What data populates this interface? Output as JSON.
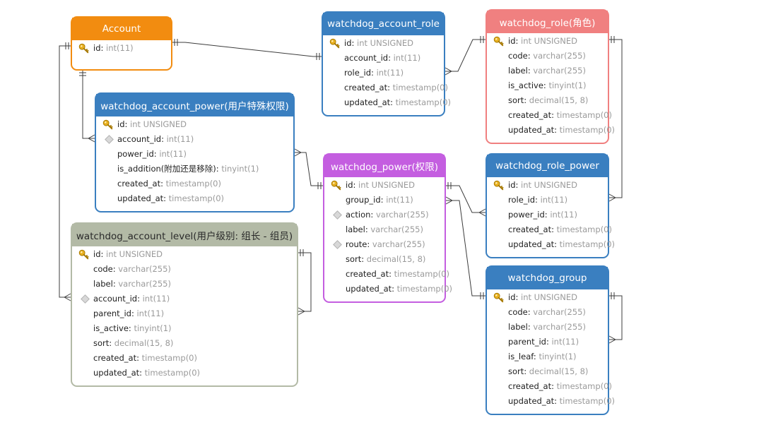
{
  "tables": [
    {
      "id": "account",
      "title": "Account",
      "color": "#f28c10",
      "columns": [
        {
          "name": "id",
          "type": "int(11)",
          "marker": "pk"
        }
      ]
    },
    {
      "id": "account_role",
      "title": "watchdog_account_role",
      "color": "#3a7fc0",
      "columns": [
        {
          "name": "id",
          "type": "int UNSIGNED",
          "marker": "pk"
        },
        {
          "name": "account_id",
          "type": "int(11)"
        },
        {
          "name": "role_id",
          "type": "int(11)"
        },
        {
          "name": "created_at",
          "type": "timestamp(0)"
        },
        {
          "name": "updated_at",
          "type": "timestamp(0)"
        }
      ]
    },
    {
      "id": "role",
      "title": "watchdog_role(角色)",
      "color": "#f08080",
      "columns": [
        {
          "name": "id",
          "type": "int UNSIGNED",
          "marker": "pk"
        },
        {
          "name": "code",
          "type": "varchar(255)"
        },
        {
          "name": "label",
          "type": "varchar(255)"
        },
        {
          "name": "is_active",
          "type": "tinyint(1)"
        },
        {
          "name": "sort",
          "type": "decimal(15, 8)"
        },
        {
          "name": "created_at",
          "type": "timestamp(0)"
        },
        {
          "name": "updated_at",
          "type": "timestamp(0)"
        }
      ]
    },
    {
      "id": "account_power",
      "title": "watchdog_account_power(用户特殊权限)",
      "color": "#3a7fc0",
      "columns": [
        {
          "name": "id",
          "type": "int UNSIGNED",
          "marker": "pk"
        },
        {
          "name": "account_id",
          "type": "int(11)",
          "marker": "idx"
        },
        {
          "name": "power_id",
          "type": "int(11)"
        },
        {
          "name": "is_addition(附加还是移除)",
          "type": "tinyint(1)"
        },
        {
          "name": "created_at",
          "type": "timestamp(0)"
        },
        {
          "name": "updated_at",
          "type": "timestamp(0)"
        }
      ]
    },
    {
      "id": "power",
      "title": "watchdog_power(权限)",
      "color": "#c45ee0",
      "columns": [
        {
          "name": "id",
          "type": "int UNSIGNED",
          "marker": "pk"
        },
        {
          "name": "group_id",
          "type": "int(11)"
        },
        {
          "name": "action",
          "type": "varchar(255)",
          "marker": "idx"
        },
        {
          "name": "label",
          "type": "varchar(255)"
        },
        {
          "name": "route",
          "type": "varchar(255)",
          "marker": "idx"
        },
        {
          "name": "sort",
          "type": "decimal(15, 8)"
        },
        {
          "name": "created_at",
          "type": "timestamp(0)"
        },
        {
          "name": "updated_at",
          "type": "timestamp(0)"
        }
      ]
    },
    {
      "id": "role_power",
      "title": "watchdog_role_power",
      "color": "#3a7fc0",
      "columns": [
        {
          "name": "id",
          "type": "int UNSIGNED",
          "marker": "pk"
        },
        {
          "name": "role_id",
          "type": "int(11)"
        },
        {
          "name": "power_id",
          "type": "int(11)"
        },
        {
          "name": "created_at",
          "type": "timestamp(0)"
        },
        {
          "name": "updated_at",
          "type": "timestamp(0)"
        }
      ]
    },
    {
      "id": "account_level",
      "title": "watchdog_account_level(用户级别: 组长 - 组员)",
      "color": "#b3baa6",
      "header_text_color": "#2a2a2a",
      "columns": [
        {
          "name": "id",
          "type": "int UNSIGNED",
          "marker": "pk"
        },
        {
          "name": "code",
          "type": "varchar(255)"
        },
        {
          "name": "label",
          "type": "varchar(255)"
        },
        {
          "name": "account_id",
          "type": "int(11)",
          "marker": "idx"
        },
        {
          "name": "parent_id",
          "type": "int(11)"
        },
        {
          "name": "is_active",
          "type": "tinyint(1)"
        },
        {
          "name": "sort",
          "type": "decimal(15, 8)"
        },
        {
          "name": "created_at",
          "type": "timestamp(0)"
        },
        {
          "name": "updated_at",
          "type": "timestamp(0)"
        }
      ]
    },
    {
      "id": "group",
      "title": "watchdog_group",
      "color": "#3a7fc0",
      "columns": [
        {
          "name": "id",
          "type": "int UNSIGNED",
          "marker": "pk"
        },
        {
          "name": "code",
          "type": "varchar(255)"
        },
        {
          "name": "label",
          "type": "varchar(255)"
        },
        {
          "name": "parent_id",
          "type": "int(11)"
        },
        {
          "name": "is_leaf",
          "type": "tinyint(1)"
        },
        {
          "name": "sort",
          "type": "decimal(15, 8)"
        },
        {
          "name": "created_at",
          "type": "timestamp(0)"
        },
        {
          "name": "updated_at",
          "type": "timestamp(0)"
        }
      ]
    }
  ],
  "relationships": [
    {
      "from": "account",
      "to": "account_role",
      "kind": "one-to-many"
    },
    {
      "from": "role",
      "to": "account_role",
      "kind": "one-to-many"
    },
    {
      "from": "role",
      "to": "role_power",
      "kind": "one-to-many"
    },
    {
      "from": "power",
      "to": "role_power",
      "kind": "one-to-many"
    },
    {
      "from": "power",
      "to": "account_power",
      "kind": "one-to-many"
    },
    {
      "from": "account",
      "to": "account_power",
      "kind": "one-to-many"
    },
    {
      "from": "account",
      "to": "account_level",
      "kind": "one-to-many"
    },
    {
      "from": "account_level",
      "to": "account_level",
      "kind": "self-reference"
    },
    {
      "from": "group",
      "to": "power",
      "kind": "one-to-many"
    },
    {
      "from": "group",
      "to": "group",
      "kind": "self-reference"
    }
  ]
}
